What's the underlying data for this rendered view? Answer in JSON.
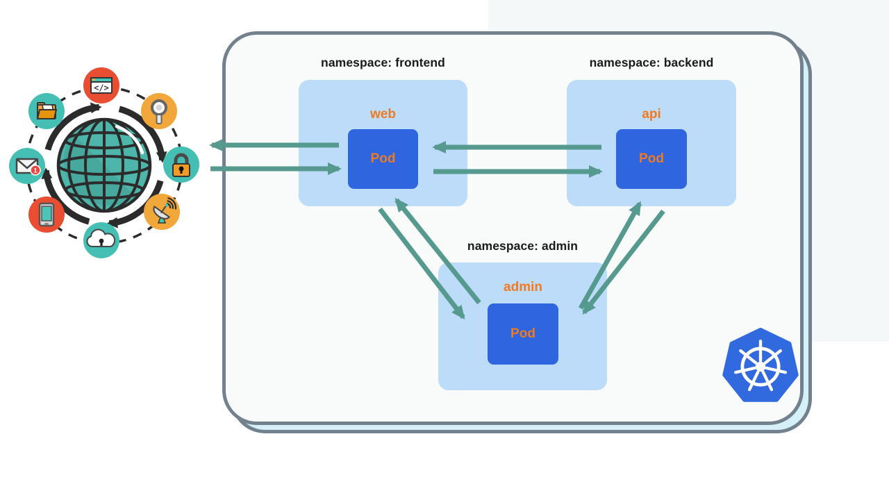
{
  "diagram_title": "kubernetes network policy namespaces diagram",
  "cluster": {
    "namespaces": [
      {
        "title": "namespace: frontend",
        "pod_name": "web",
        "pod_label": "Pod"
      },
      {
        "title": "namespace: backend",
        "pod_name": "api",
        "pod_label": "Pod"
      },
      {
        "title": "namespace: admin",
        "pod_name": "admin",
        "pod_label": "Pod"
      }
    ],
    "logo": "kubernetes-logo"
  },
  "internet": {
    "code_glyph": "</>",
    "badge_count": "1",
    "icons": [
      "code-window-icon",
      "search-icon",
      "lock-icon",
      "satellite-icon",
      "cloud-security-icon",
      "smartphone-icon",
      "email-icon",
      "folder-icon"
    ]
  },
  "connections": [
    {
      "from": "internet",
      "to": "web",
      "bidirectional": true
    },
    {
      "from": "api",
      "to": "web",
      "bidirectional": true
    },
    {
      "from": "web",
      "to": "admin",
      "bidirectional": true
    },
    {
      "from": "api",
      "to": "admin",
      "bidirectional": true
    }
  ],
  "colors": {
    "accent_orange": "#F07A20",
    "pod_blue": "#2F65DE",
    "namespace_blue": "#BCDCFA",
    "arrow_teal": "#55998F",
    "border_gray": "#72818D",
    "card_fill": "#F8FBFA",
    "shadow_card_fill": "#D5F0F6",
    "bg_tint": "#F4F8F9",
    "k8s_blue": "#3169DE",
    "ink": "#1A1A1A",
    "ink_illus": "#2B2B2B",
    "illus_red": "#E94E32",
    "illus_orange": "#F2A73B",
    "illus_teal": "#45BFB3",
    "globe_teal": "#4DB5AA"
  }
}
